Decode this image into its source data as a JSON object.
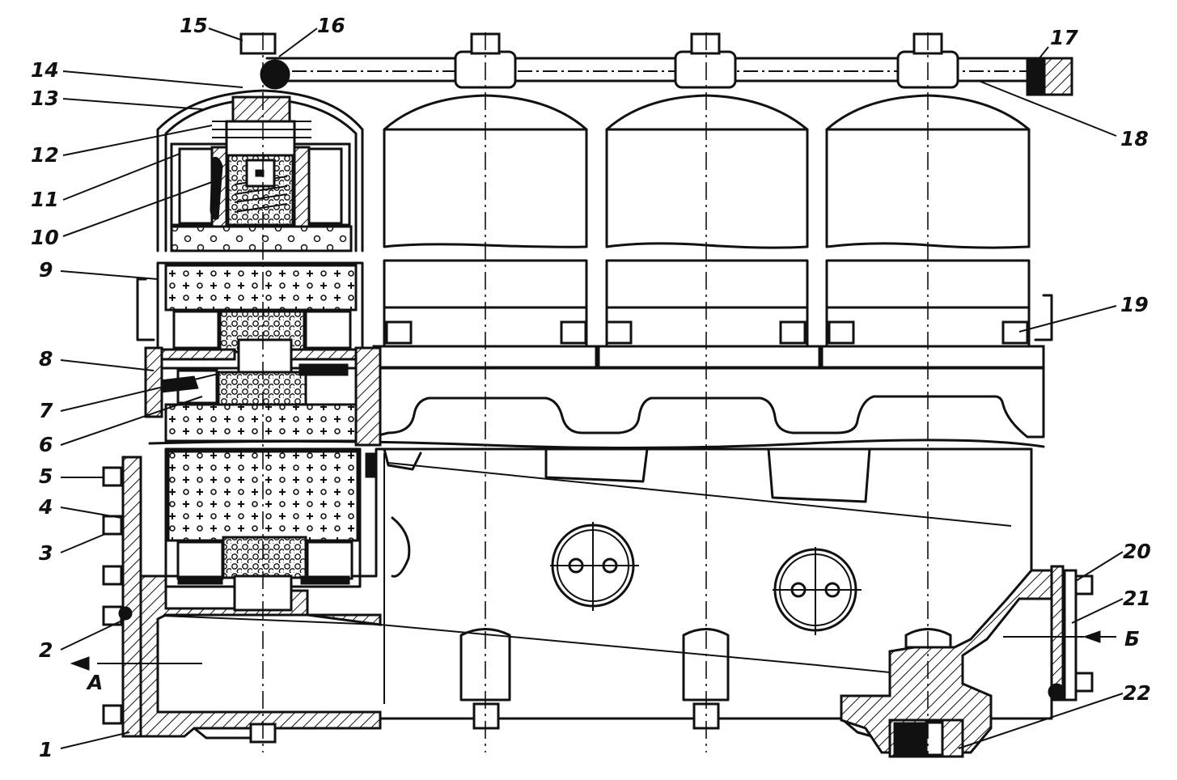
{
  "callouts": [
    {
      "id": "c1",
      "text": "1"
    },
    {
      "id": "c2",
      "text": "2"
    },
    {
      "id": "c3",
      "text": "3"
    },
    {
      "id": "c4",
      "text": "4"
    },
    {
      "id": "c5",
      "text": "5"
    },
    {
      "id": "c6",
      "text": "6"
    },
    {
      "id": "c7",
      "text": "7"
    },
    {
      "id": "c8",
      "text": "8"
    },
    {
      "id": "c9",
      "text": "9"
    },
    {
      "id": "c10",
      "text": "10"
    },
    {
      "id": "c11",
      "text": "11"
    },
    {
      "id": "c12",
      "text": "12"
    },
    {
      "id": "c13",
      "text": "13"
    },
    {
      "id": "c14",
      "text": "14"
    },
    {
      "id": "c15",
      "text": "15"
    },
    {
      "id": "c16",
      "text": "16"
    },
    {
      "id": "c17",
      "text": "17"
    },
    {
      "id": "c18",
      "text": "18"
    },
    {
      "id": "c19",
      "text": "19"
    },
    {
      "id": "c20",
      "text": "20"
    },
    {
      "id": "c21",
      "text": "21"
    },
    {
      "id": "c22",
      "text": "22"
    }
  ],
  "flow_labels": {
    "inlet": "Б",
    "outlet": "A"
  }
}
